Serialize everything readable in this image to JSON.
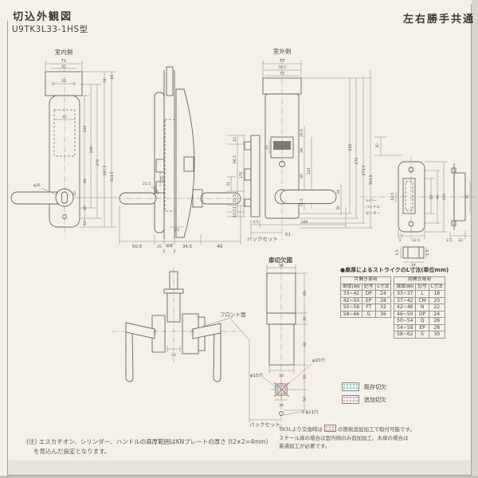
{
  "page": {
    "title": "切込外観図",
    "model": "U9TK3L33-1HS型",
    "handing": "左右勝手共通"
  },
  "views": {
    "interior": {
      "label": "室内側",
      "dims": [
        "71",
        "45",
        "20",
        "45",
        "16",
        "31",
        "129",
        "249",
        "270",
        "297.5",
        "313.5",
        "80",
        "40",
        "10",
        "φ35",
        "20"
      ]
    },
    "side": {
      "dims": [
        "50.5",
        "25",
        "扉厚",
        "34.5",
        "40",
        "2",
        "2",
        "21.5",
        "25",
        "20",
        "25"
      ]
    },
    "latch_stack": {
      "dims": [
        "10",
        "66.5",
        "170",
        "31",
        "52.5",
        "11",
        "10"
      ]
    },
    "exterior": {
      "label": "室外側",
      "backset_label": "バックセット",
      "dims": [
        "77",
        "76.5",
        "73",
        "21",
        "20.5",
        "26",
        "80",
        "129",
        "20.5",
        "24",
        "30",
        "220",
        "270",
        "273.5",
        "313.5",
        "4.5",
        "108",
        "51"
      ]
    },
    "strike": {
      "dims": [
        "30",
        "12.5",
        "67",
        "90",
        "110",
        "30",
        "2.5",
        "22",
        "1",
        "12.5"
      ],
      "center_label": [
        "レバー",
        "ハンドル",
        "センター"
      ],
      "detail_dims": [
        "2.5",
        "24",
        "1.5"
      ]
    },
    "topview": {
      "front_label": "フロント面",
      "dims": [
        "21"
      ]
    },
    "cutout": {
      "label": "扉切欠図",
      "dims": [
        "58",
        "85",
        "20",
        "90",
        "50",
        "55",
        "50",
        "34"
      ],
      "hole20": "φ20穴",
      "hole15": "φ15穴",
      "hole11": "3-φ11穴",
      "backset": "バックセット"
    }
  },
  "table": {
    "title": "●扉厚によるストライクのL寸法(単位mm)",
    "left": {
      "header": "片開き扉用",
      "cols": [
        "扉厚(㎜)",
        "記号",
        "L寸法"
      ],
      "rows": [
        [
          "33~42",
          "DP",
          "24"
        ],
        [
          "42~50",
          "EP",
          "28"
        ],
        [
          "50~58",
          "FT",
          "32"
        ],
        [
          "58~66",
          "G",
          "36"
        ]
      ]
    },
    "right": {
      "header": "両開き扉用",
      "cols": [
        "扉厚(㎜)",
        "記号",
        "L寸法"
      ],
      "rows": [
        [
          "33~37",
          "L",
          "18"
        ],
        [
          "37~42",
          "CM",
          "20"
        ],
        [
          "42~46",
          "N",
          "22"
        ],
        [
          "46~50",
          "DP",
          "24"
        ],
        [
          "50~54",
          "Q",
          "26"
        ],
        [
          "54~58",
          "EP",
          "28"
        ],
        [
          "58~62",
          "S",
          "30"
        ]
      ]
    }
  },
  "legend": {
    "existing": "既存切欠",
    "additional": "追加切欠"
  },
  "notes": {
    "right_pre": "TK3Lより交換時は",
    "right_mid": "の簡易追加加工で取付可能です。",
    "right_l2": "スチール扉の場合は室内側のみ追加加工、木扉の場合は",
    "right_l3": "貫通加工が必要です。",
    "bottom_l1": "(注) エスカチオン、シリンダー、ハンドルの扉厚範囲はKNプレートの厚さ (t2×2=4mm)",
    "bottom_l2": "を見込んだ設定となります。"
  },
  "colors": {
    "cyan": "#58bfc8",
    "pink": "#ec8fa6",
    "red_label": "#cf6a5e",
    "line": "#6b675e"
  }
}
